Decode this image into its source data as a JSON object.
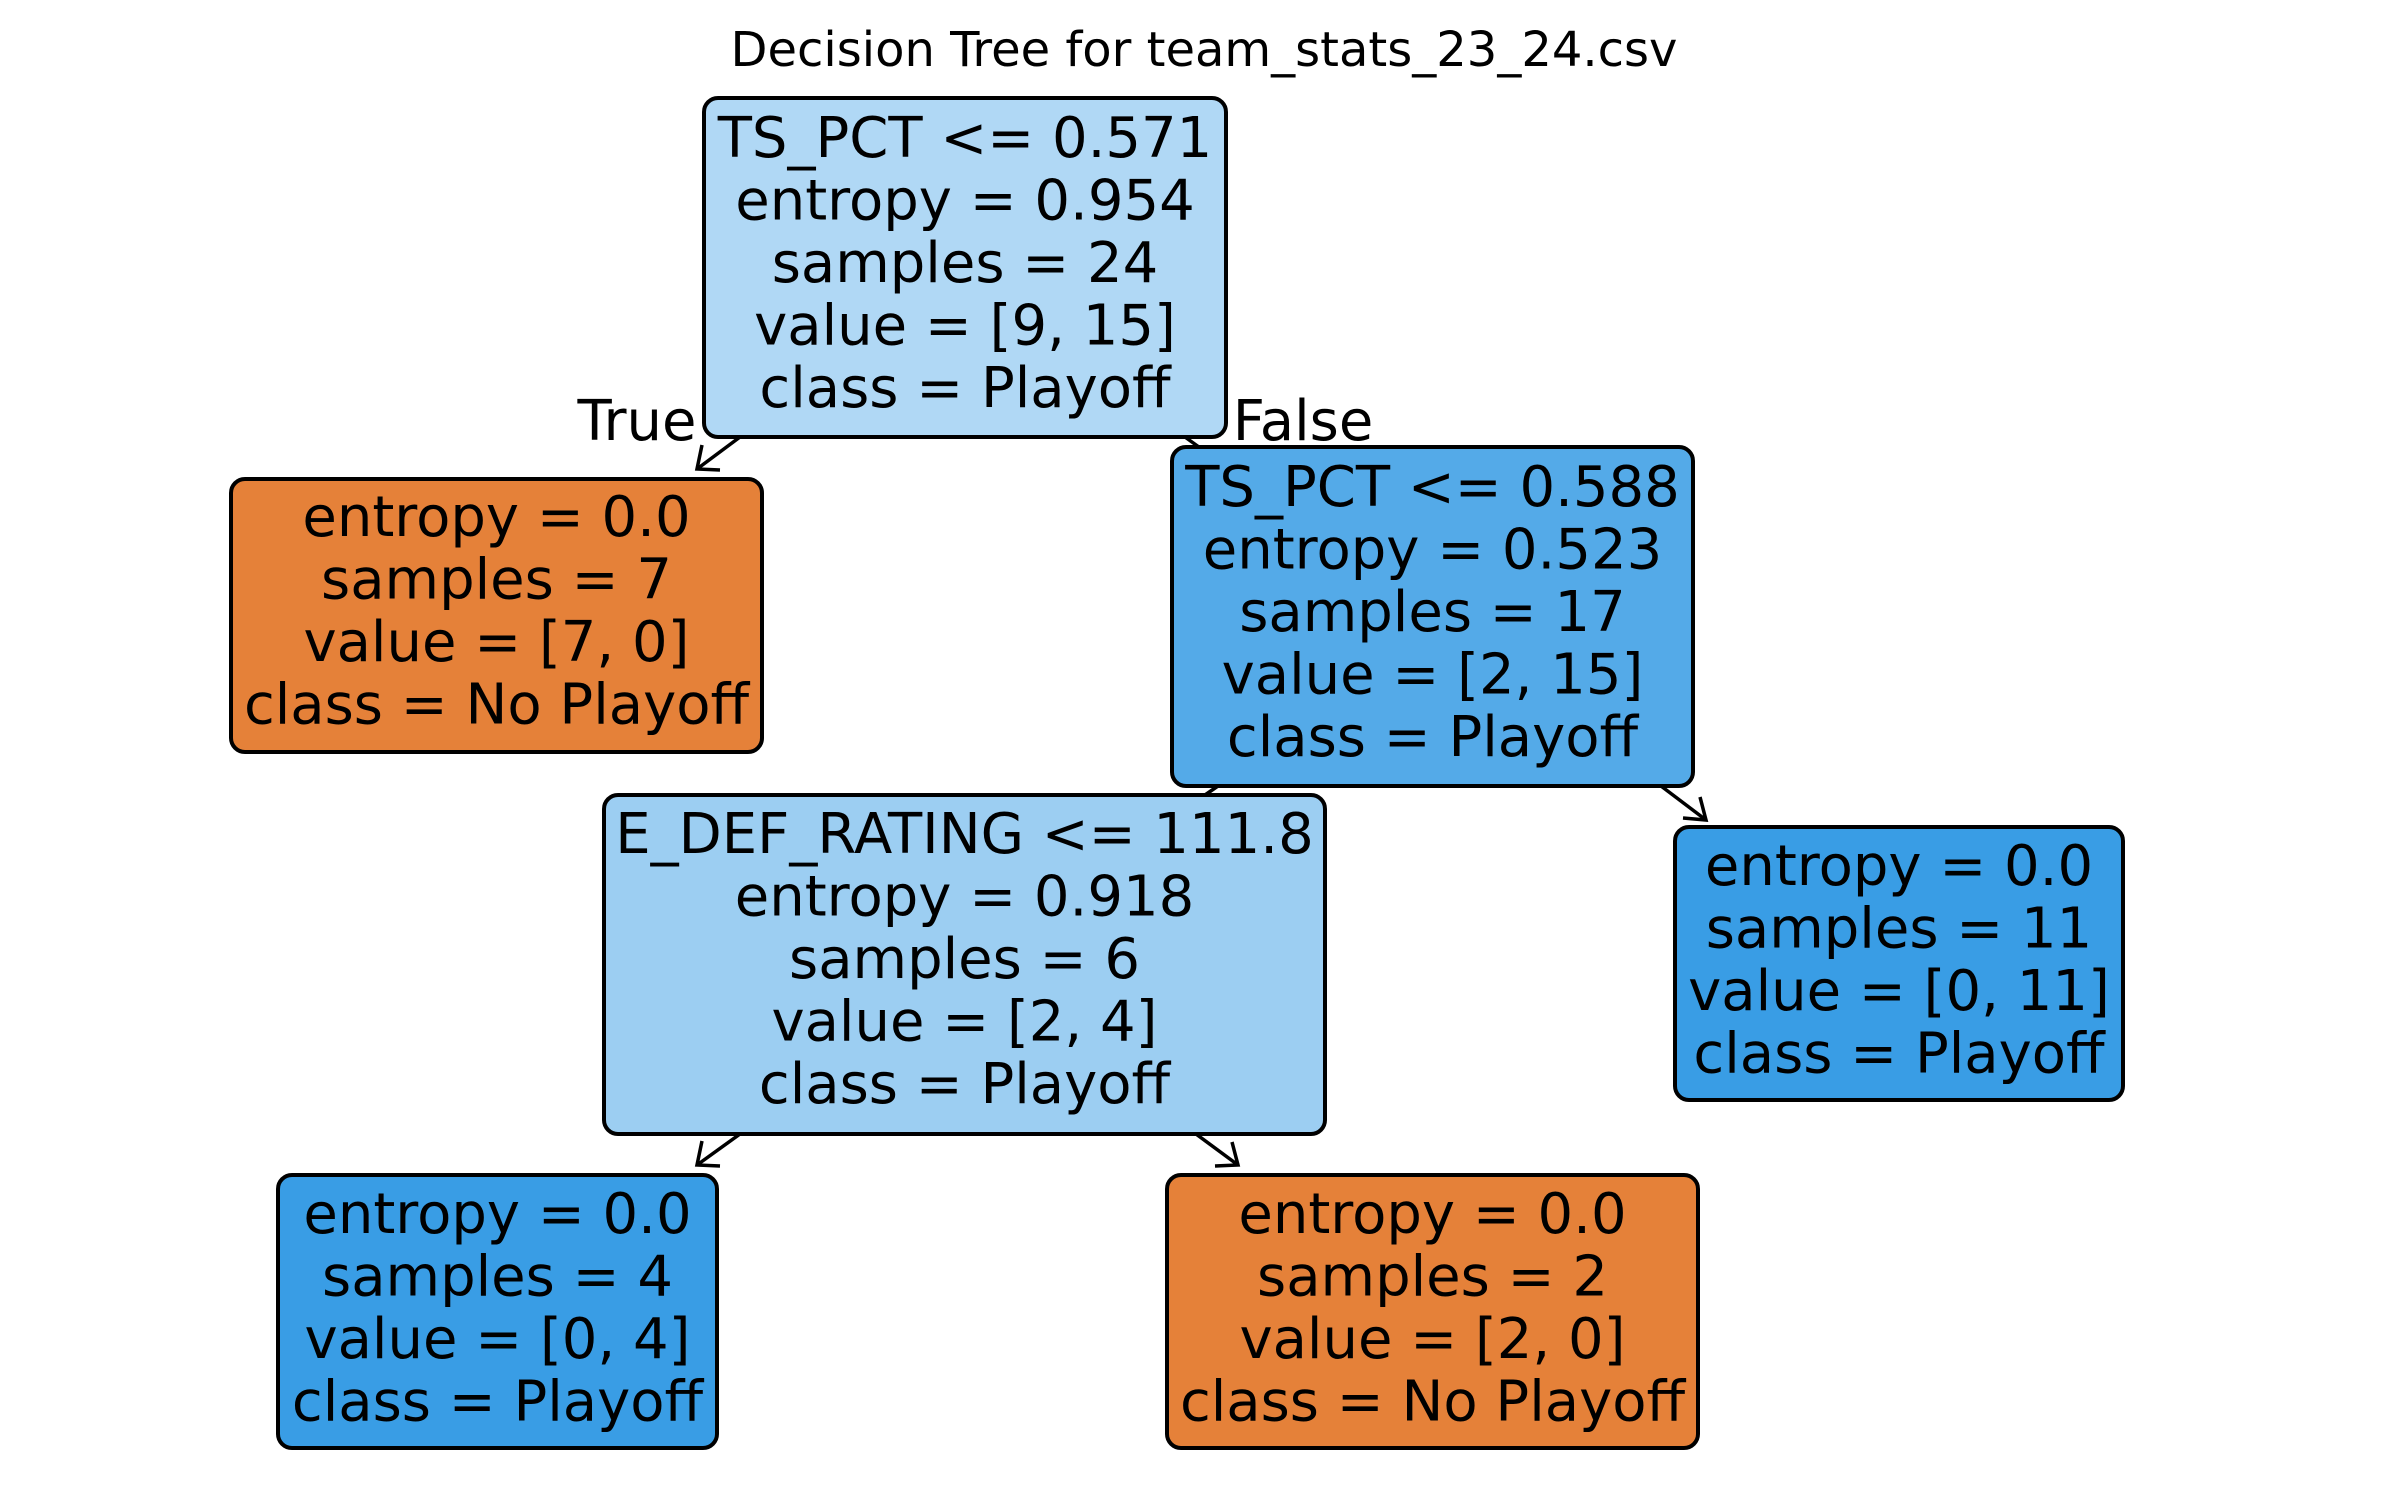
{
  "title": "Decision Tree for team_stats_23_24.csv",
  "edge_labels": {
    "true": "True",
    "false": "False"
  },
  "colors": {
    "no_playoff_strong": "#e58139",
    "playoff_strong": "#399de5",
    "playoff_light": "#b0d8f5",
    "playoff_medium": "#54aae8",
    "playoff_pale": "#9ccef2"
  },
  "nodes": [
    {
      "id": "root",
      "lines": [
        "TS_PCT <= 0.571",
        "entropy = 0.954",
        "samples = 24",
        "value = [9, 15]",
        "class = Playoff"
      ],
      "color": "#b0d8f5"
    },
    {
      "id": "left-leaf-no-playoff",
      "lines": [
        "entropy = 0.0",
        "samples = 7",
        "value = [7, 0]",
        "class = No Playoff"
      ],
      "color": "#e58139"
    },
    {
      "id": "right-split",
      "lines": [
        "TS_PCT <= 0.588",
        "entropy = 0.523",
        "samples = 17",
        "value = [2, 15]",
        "class = Playoff"
      ],
      "color": "#54aae8"
    },
    {
      "id": "def-rating-split",
      "lines": [
        "E_DEF_RATING <= 111.8",
        "entropy = 0.918",
        "samples = 6",
        "value = [2, 4]",
        "class = Playoff"
      ],
      "color": "#9ccef2"
    },
    {
      "id": "right-leaf-playoff",
      "lines": [
        "entropy = 0.0",
        "samples = 11",
        "value = [0, 11]",
        "class = Playoff"
      ],
      "color": "#399de5"
    },
    {
      "id": "bottom-left-leaf-playoff",
      "lines": [
        "entropy = 0.0",
        "samples = 4",
        "value = [0, 4]",
        "class = Playoff"
      ],
      "color": "#399de5"
    },
    {
      "id": "bottom-right-leaf-no-playoff",
      "lines": [
        "entropy = 0.0",
        "samples = 2",
        "value = [2, 0]",
        "class = No Playoff"
      ],
      "color": "#e58139"
    }
  ]
}
